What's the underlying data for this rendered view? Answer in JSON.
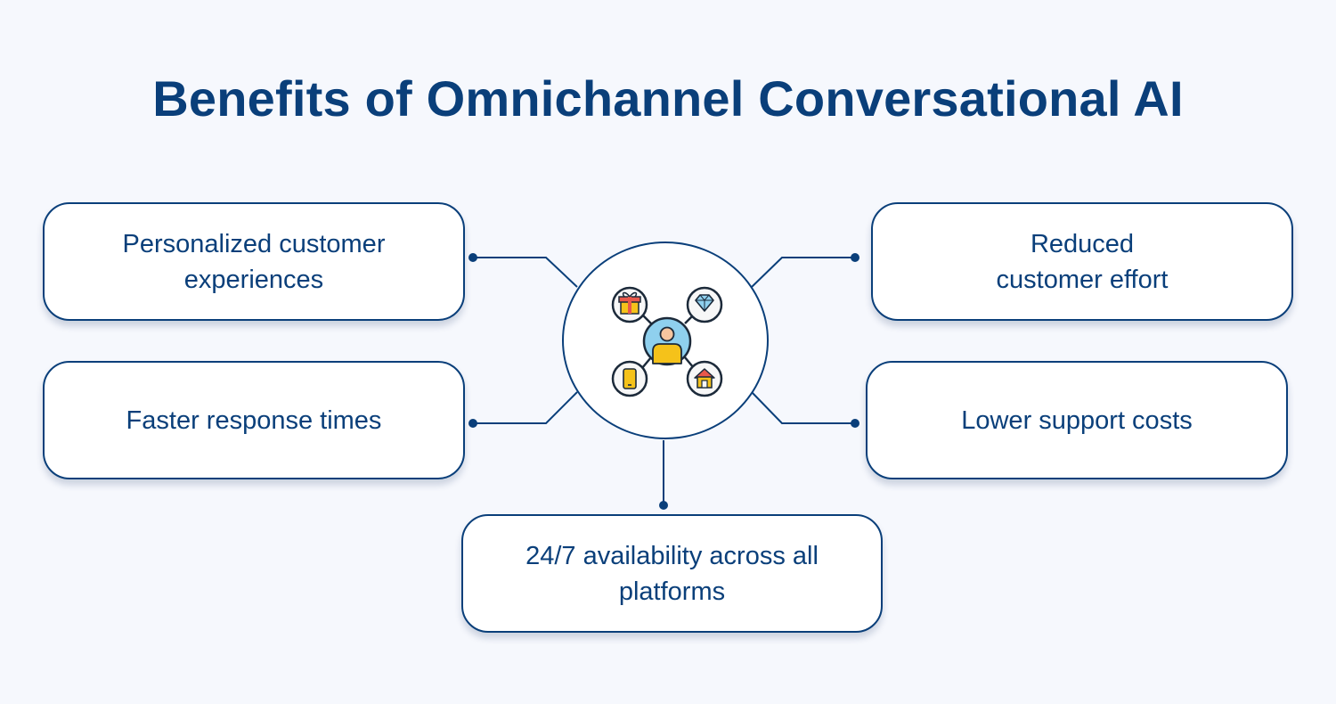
{
  "title": "Benefits of Omnichannel Conversational AI",
  "benefits": {
    "top_left": "Personalized customer\nexperiences",
    "bottom_left": "Faster response times",
    "top_right": "Reduced\ncustomer effort",
    "bottom_right": "Lower support costs",
    "bottom_center": "24/7 availability across all\nplatforms"
  },
  "hub": {
    "center_icon": "person-icon",
    "satellite_icons": [
      "gift-icon",
      "diamond-icon",
      "phone-icon",
      "house-icon"
    ]
  },
  "colors": {
    "primary": "#0a3f7a",
    "background": "#f6f8fd",
    "card_background": "#ffffff",
    "person_circle": "#8fd0ee",
    "icon_yellow": "#f5c21a",
    "icon_red": "#e8584b",
    "icon_blue": "#8fd0ee"
  }
}
